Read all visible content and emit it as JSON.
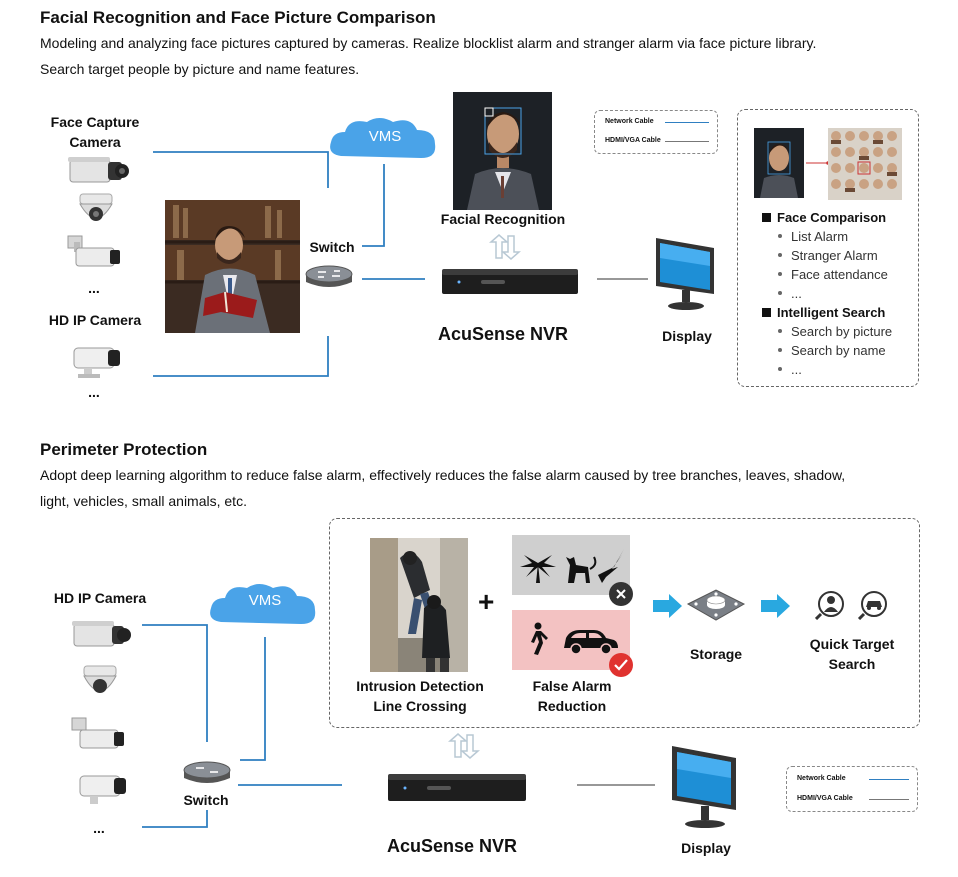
{
  "section1": {
    "title": "Facial Recognition and Face Picture Comparison",
    "desc_line1": "Modeling and analyzing face pictures captured by cameras. Realize blocklist alarm and stranger alarm via face picture library.",
    "desc_line2": "Search target people by picture and name features.",
    "face_capture_camera_line1": "Face Capture",
    "face_capture_camera_line2": "Camera",
    "ellipsis_a": "...",
    "hd_ip_camera": "HD IP Camera",
    "ellipsis_b": "...",
    "vms": "VMS",
    "switch": "Switch",
    "facial_recognition": "Facial Recognition",
    "nvr": "AcuSense NVR",
    "display": "Display",
    "legend": {
      "network": "Network Cable",
      "hdmi": "HDMI/VGA Cable"
    },
    "panel": {
      "head1": "Face Comparison",
      "items1": [
        "List Alarm",
        "Stranger Alarm",
        "Face attendance",
        "..."
      ],
      "head2": "Intelligent Search",
      "items2": [
        "Search by picture",
        "Search by name",
        "..."
      ]
    }
  },
  "section2": {
    "title": "Perimeter Protection",
    "desc_line1": "Adopt deep learning algorithm to reduce false alarm, effectively reduces the false alarm caused by tree branches, leaves, shadow,",
    "desc_line2": "light, vehicles, small animals, etc.",
    "hd_ip_camera": "HD IP Camera",
    "ellipsis": "...",
    "vms": "VMS",
    "switch": "Switch",
    "plus": "+",
    "intrusion_line1": "Intrusion Detection",
    "intrusion_line2": "Line Crossing",
    "false_alarm_line1": "False Alarm",
    "false_alarm_line2": "Reduction",
    "storage": "Storage",
    "quick_search_line1": "Quick Target",
    "quick_search_line2": "Search",
    "nvr": "AcuSense NVR",
    "display": "Display",
    "legend": {
      "network": "Network Cable",
      "hdmi": "HDMI/VGA Cable"
    }
  },
  "colors": {
    "network_cable": "#2f7fc1",
    "hdmi_cable": "#777777",
    "cloud": "#4aa3e8",
    "arrow": "#29a8e0",
    "screen": "#1e8fd6"
  },
  "icons": [
    "bullet-camera-icon",
    "box-camera-icon",
    "dome-camera-icon",
    "cloud-icon",
    "switch-icon",
    "nvr-icon",
    "monitor-icon",
    "sync-arrows-icon",
    "storage-icon",
    "search-person-icon",
    "search-car-icon",
    "tree-icon",
    "cat-icon",
    "bird-icon",
    "walking-person-icon",
    "car-icon",
    "cross-icon",
    "check-icon"
  ]
}
